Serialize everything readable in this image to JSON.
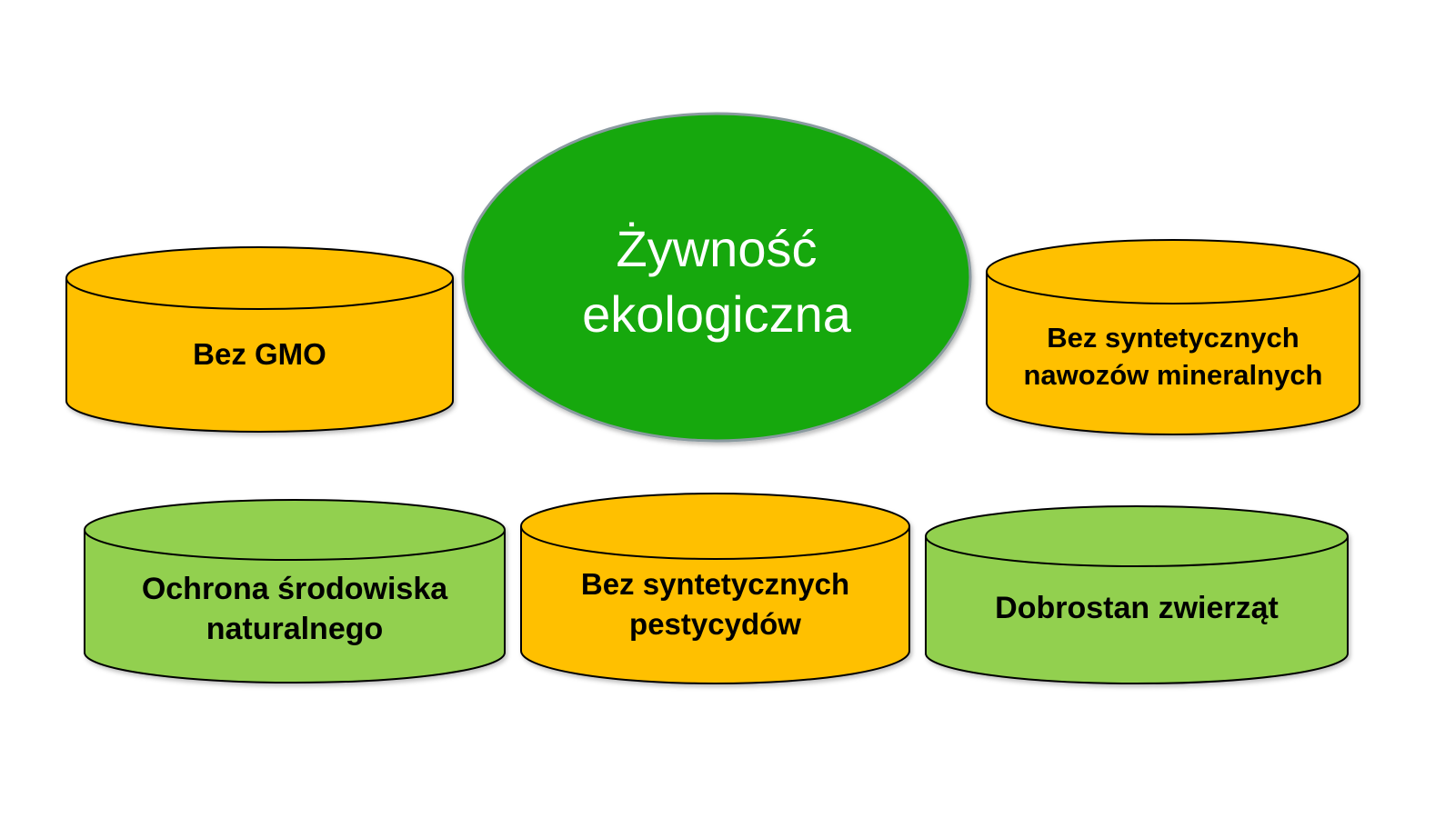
{
  "diagram": {
    "center": {
      "line1": "Żywność",
      "line2": "ekologiczna",
      "fill": "#12A80F",
      "stroke": "#8A9AA0",
      "text_color": "#FFFFFF"
    },
    "nodes": [
      {
        "id": "bez-gmo",
        "lines": [
          "Bez GMO"
        ],
        "fill": "#FFC000"
      },
      {
        "id": "bez-nawozow",
        "lines": [
          "Bez syntetycznych",
          "nawozów mineralnych"
        ],
        "fill": "#FFC000"
      },
      {
        "id": "ochrona-srodowiska",
        "lines": [
          "Ochrona środowiska",
          "naturalnego"
        ],
        "fill": "#92D050"
      },
      {
        "id": "bez-pestycydow",
        "lines": [
          "Bez syntetycznych",
          "pestycydów"
        ],
        "fill": "#FFC000"
      },
      {
        "id": "dobrostan",
        "lines": [
          "Dobrostan zwierząt"
        ],
        "fill": "#92D050"
      }
    ],
    "colors": {
      "orange": "#FFC000",
      "light_green": "#92D050",
      "dark_green": "#12A80F",
      "outline": "#000000"
    }
  }
}
